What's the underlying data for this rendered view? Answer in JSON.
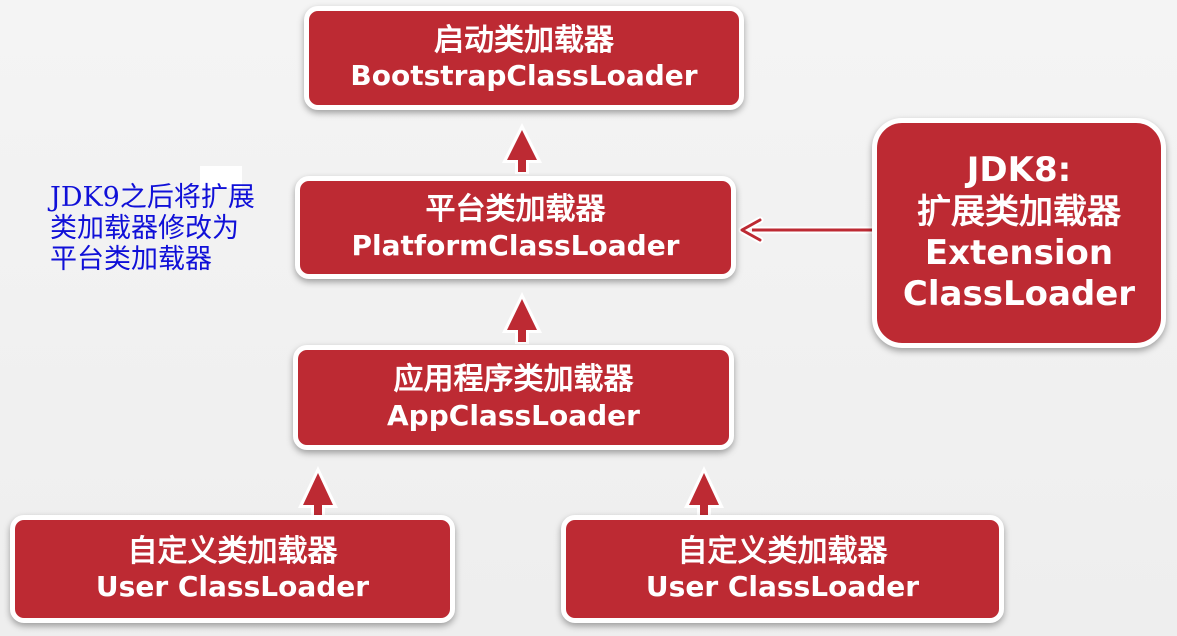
{
  "diagram": {
    "bootstrap": {
      "zh": "启动类加载器",
      "en": "BootstrapClassLoader"
    },
    "platform": {
      "zh": "平台类加载器",
      "en": "PlatformClassLoader"
    },
    "app": {
      "zh": "应用程序类加载器",
      "en": "AppClassLoader"
    },
    "user_left": {
      "zh": "自定义类加载器",
      "en": "User ClassLoader"
    },
    "user_right": {
      "zh": "自定义类加载器",
      "en": "User ClassLoader"
    },
    "extension": {
      "line1": "JDK8:",
      "line2": "扩展类加载器",
      "line3": "Extension",
      "line4": "ClassLoader"
    }
  },
  "note": {
    "lines": [
      "JDK9之后将扩展",
      "类加载器修改为",
      "平台类加载器"
    ]
  },
  "colors": {
    "box_fill": "#bd2a33",
    "box_border": "#ffffff",
    "arrow": "#bd2a33",
    "note_text": "#1010d8",
    "background": "#f1f1f1"
  }
}
